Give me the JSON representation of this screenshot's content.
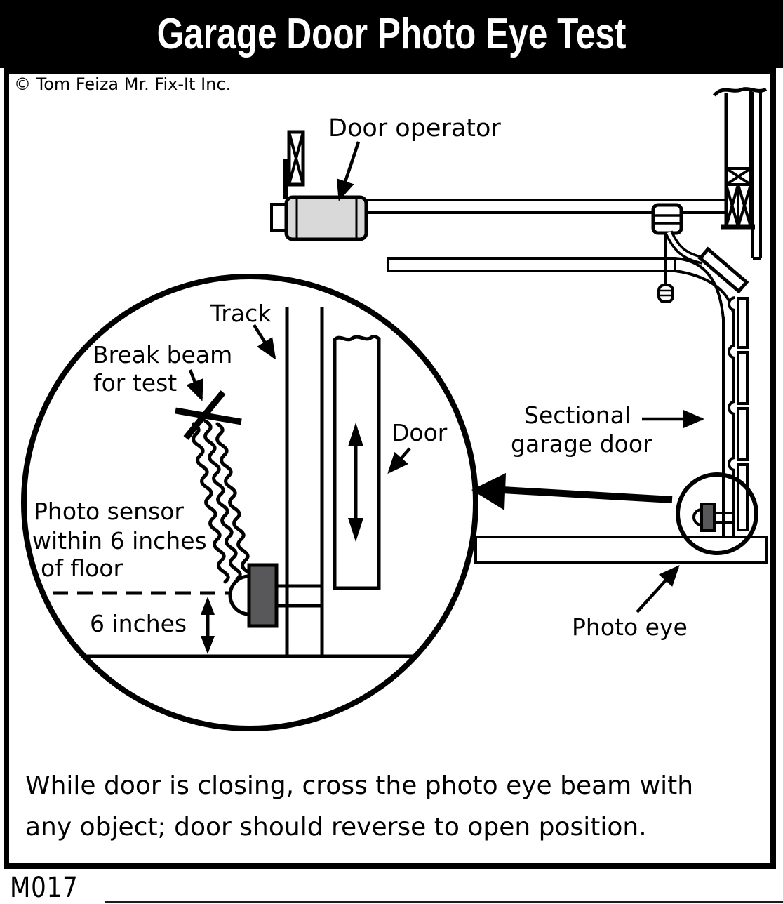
{
  "title": "Garage Door Photo Eye Test",
  "copyright": "© Tom Feiza Mr. Fix-It Inc.",
  "diagram_code": "M017",
  "caption_line1": "While door is closing, cross the photo eye beam with",
  "caption_line2": "any object; door should reverse to open position.",
  "labels": {
    "door_operator": "Door operator",
    "track": "Track",
    "break_beam_line1": "Break beam",
    "break_beam_line2": "for test",
    "photo_sensor_line1": "Photo sensor",
    "photo_sensor_line2": "within 6 inches",
    "photo_sensor_line3": "of floor",
    "six_inches": "6 inches",
    "door": "Door",
    "sectional_line1": "Sectional",
    "sectional_line2": "garage door",
    "photo_eye": "Photo eye"
  },
  "colors": {
    "ink": "#000000",
    "paper": "#ffffff",
    "title_bg": "#000000",
    "title_fg": "#ffffff",
    "operator_fill": "#d9d9d9",
    "sensor_fill": "#58585a"
  }
}
